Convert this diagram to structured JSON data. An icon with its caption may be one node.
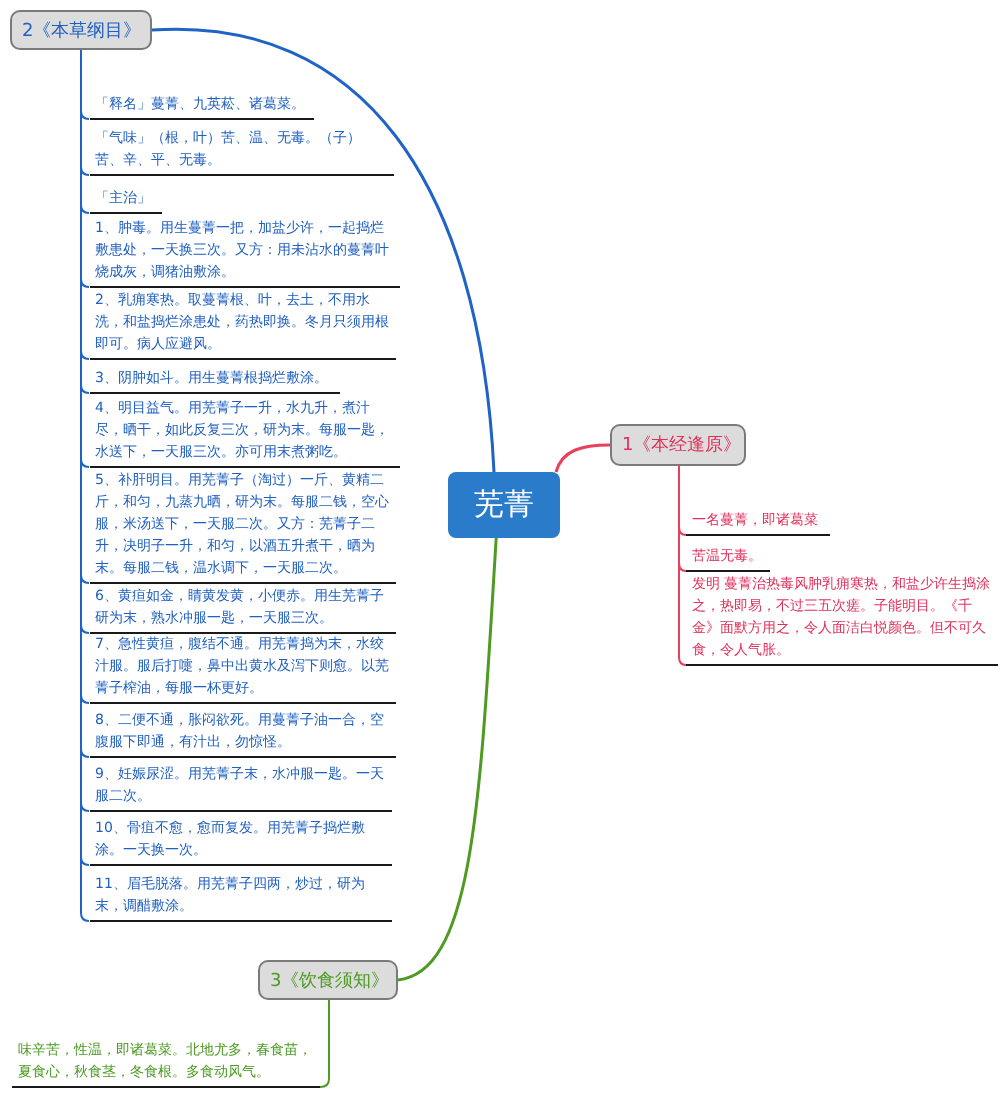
{
  "diagram": {
    "nodes": [
      {
        "text": [
          "芜菁"
        ]
      },
      {
        "text": [
          "1《本经逢原》"
        ]
      },
      {
        "text": [
          "一名蔓菁，即诸葛菜"
        ]
      },
      {
        "text": [
          "苦温无毒。"
        ]
      },
      {
        "text": [
          "发明 蔓菁治热毒风肿乳痈寒热，和盐少许生捣涂之，热即易，不过三五次瘥。子能明目。《千金》面默方用之，令人面洁白悦颜色。但不可久食，令人气胀。"
        ]
      },
      {
        "text": [
          "2《本草纲目》"
        ]
      },
      {
        "text": [
          "「释名」蔓菁、九英菘、诸葛菜。"
        ]
      },
      {
        "text": [
          "「气味」（根，叶）苦、温、无毒。（子）苦、辛、平、无毒。"
        ]
      },
      {
        "text": [
          "「主治」"
        ]
      },
      {
        "text": [
          "1、肿毒。用生蔓菁一把，加盐少许，一起捣烂敷患处，一天换三次。又方：用未沾水的蔓菁叶烧成灰，调猪油敷涂。"
        ]
      },
      {
        "text": [
          "2、乳痈寒热。取蔓菁根、叶，去土，不用水洗，和盐捣烂涂患处，药热即换。冬月只须用根即可。病人应避风。"
        ]
      },
      {
        "text": [
          "3、阴肿如斗。用生蔓菁根捣烂敷涂。"
        ]
      },
      {
        "text": [
          "4、明目益气。用芜菁子一升，水九升，煮汁尽，晒干，如此反复三次，研为末。每服一匙，水送下，一天服三次。亦可用末煮粥吃。"
        ]
      },
      {
        "text": [
          "5、补肝明目。用芜菁子（淘过）一斤、黄精二斤，和匀，九蒸九晒，研为末。每服二钱，空心服，米汤送下，一天服二次。又方：芜菁子二升，决明子一升，和匀，以酒五升煮干，晒为末。每服二钱，温水调下，一天服二次。"
        ]
      },
      {
        "text": [
          "6、黄疸如金，睛黄发黄，小便赤。用生芜菁子研为末，熟水冲服一匙，一天服三次。"
        ]
      },
      {
        "text": [
          "7、急性黄疸，腹结不通。用芜菁捣为末，水绞汁服。服后打嚏，鼻中出黄水及泻下则愈。以芜菁子榨油，每服一杯更好。"
        ]
      },
      {
        "text": [
          "8、二便不通，胀闷欲死。用蔓菁子油一合，空腹服下即通，有汁出，勿惊怪。"
        ]
      },
      {
        "text": [
          "9、妊娠尿涩。用芜菁子末，水冲服一匙。一天服二次。"
        ]
      },
      {
        "text": [
          "10、骨疽不愈，愈而复发。用芜菁子捣烂敷涂。一天换一次。"
        ]
      },
      {
        "text": [
          "11、眉毛脱落。用芜菁子四两，炒过，研为末，调醋敷涂。"
        ]
      },
      {
        "text": [
          "3《饮食须知》"
        ]
      },
      {
        "text": [
          "味辛苦，性温，即诸葛菜。北地尤多，春食苗，夏食心，秋食茎，冬食根。多食动风气。"
        ]
      }
    ],
    "edges": [
      {
        "from": 0,
        "to": 1,
        "arrow": "none",
        "color": "#e8405c"
      },
      {
        "from": 1,
        "to": 2,
        "arrow": "none",
        "color": "#e8405c"
      },
      {
        "from": 1,
        "to": 3,
        "arrow": "none",
        "color": "#e8405c"
      },
      {
        "from": 1,
        "to": 4,
        "arrow": "none",
        "color": "#e8405c"
      },
      {
        "from": 0,
        "to": 5,
        "arrow": "none"
      },
      {
        "from": 5,
        "to": 6,
        "arrow": "none"
      },
      {
        "from": 5,
        "to": 7,
        "arrow": "none"
      },
      {
        "from": 5,
        "to": 8,
        "arrow": "none"
      },
      {
        "from": 5,
        "to": 9,
        "arrow": "none"
      },
      {
        "from": 5,
        "to": 10,
        "arrow": "none"
      },
      {
        "from": 5,
        "to": 11,
        "arrow": "none"
      },
      {
        "from": 5,
        "to": 12,
        "arrow": "none"
      },
      {
        "from": 5,
        "to": 13,
        "arrow": "none"
      },
      {
        "from": 5,
        "to": 14,
        "arrow": "none"
      },
      {
        "from": 5,
        "to": 15,
        "arrow": "none"
      },
      {
        "from": 5,
        "to": 16,
        "arrow": "none"
      },
      {
        "from": 5,
        "to": 17,
        "arrow": "none"
      },
      {
        "from": 5,
        "to": 18,
        "arrow": "none"
      },
      {
        "from": 5,
        "to": 19,
        "arrow": "none"
      },
      {
        "from": 0,
        "to": 20,
        "arrow": "none",
        "color": "#4f9a22"
      },
      {
        "from": 20,
        "to": 21,
        "arrow": "none",
        "color": "#4f9a22"
      }
    ]
  }
}
